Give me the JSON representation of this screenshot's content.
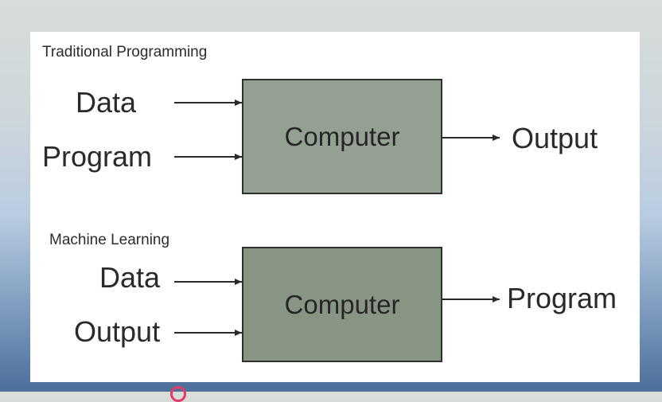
{
  "traditional": {
    "title": "Traditional Programming",
    "inputs": [
      "Data",
      "Program"
    ],
    "box": "Computer",
    "output": "Output"
  },
  "ml": {
    "title": "Machine Learning",
    "inputs": [
      "Data",
      "Output"
    ],
    "box": "Computer",
    "output": "Program"
  },
  "colors": {
    "box_top": "#94a092",
    "box_bottom": "#899584",
    "accent_dot": "#e23a6b"
  }
}
